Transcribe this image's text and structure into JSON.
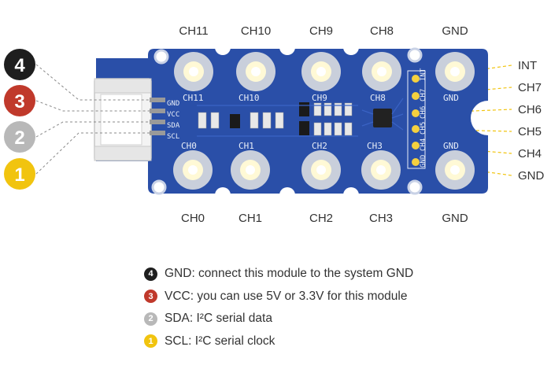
{
  "top_labels": [
    "CH11",
    "CH10",
    "CH9",
    "CH8",
    "GND"
  ],
  "bottom_labels": [
    "CH0",
    "CH1",
    "CH2",
    "CH3",
    "GND"
  ],
  "right_labels": [
    "INT",
    "CH7",
    "CH6",
    "CH5",
    "CH4",
    "GND"
  ],
  "pins": [
    {
      "num": "4",
      "color": "#1e1e1e"
    },
    {
      "num": "3",
      "color": "#c0392b"
    },
    {
      "num": "2",
      "color": "#b8b8b8"
    },
    {
      "num": "1",
      "color": "#f1c40f"
    }
  ],
  "board": {
    "pcb_color": "#2a4fa8",
    "connector_labels": [
      "GND",
      "VCC",
      "SDA",
      "SCL"
    ],
    "silk_top": [
      "CH11",
      "CH10",
      "CH9",
      "CH8"
    ],
    "silk_bottom": [
      "CH0",
      "CH1",
      "CH2",
      "CH3"
    ],
    "silk_right_top": "GND",
    "silk_right_bottom": "GND",
    "header_labels": [
      "INT",
      "CH7",
      "CH6",
      "CH5",
      "CH4",
      "GND"
    ]
  },
  "legend": [
    {
      "num": "4",
      "color": "#1e1e1e",
      "text": "GND: connect this module to the system GND"
    },
    {
      "num": "3",
      "color": "#c0392b",
      "text": "VCC: you can use 5V or 3.3V for this module"
    },
    {
      "num": "2",
      "color": "#b8b8b8",
      "text": "SDA: I²C serial data"
    },
    {
      "num": "1",
      "color": "#f1c40f",
      "text": "SCL: I²C serial clock"
    }
  ]
}
